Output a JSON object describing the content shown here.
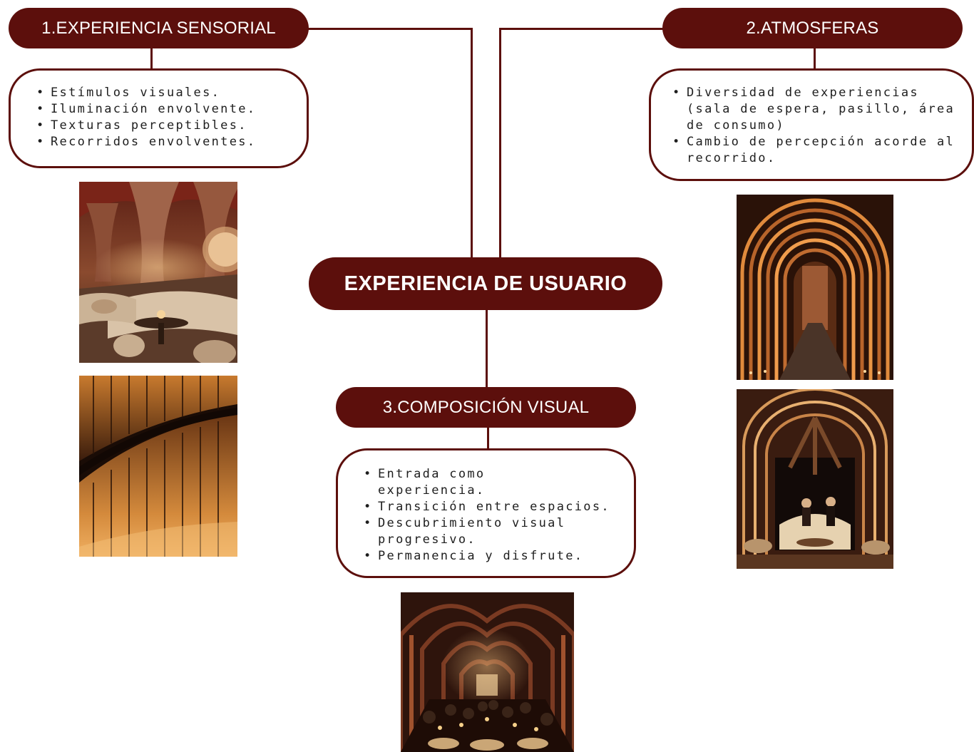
{
  "center": {
    "title": "EXPERIENCIA DE USUARIO"
  },
  "nodes": [
    {
      "title": "1.EXPERIENCIA SENSORIAL",
      "items": [
        "Estímulos visuales.",
        "Iluminación envolvente.",
        "Texturas perceptibles.",
        "Recorridos envolventes."
      ]
    },
    {
      "title": "2.ATMOSFERAS",
      "items": [
        "Diversidad de experiencias (sala de espera, pasillo, área de consumo)",
        "Cambio de percepción acorde al recorrido."
      ]
    },
    {
      "title": "3.COMPOSICIÓN VISUAL",
      "items": [
        "Entrada como experiencia.",
        "Transición entre espacios.",
        "Descubrimiento visual progresivo.",
        "Permanencia y disfrute."
      ]
    }
  ],
  "photos": [
    {
      "subject": "lounge with sculpted columns and curved sofas"
    },
    {
      "subject": "curved wooden slat wall with warm lighting"
    },
    {
      "subject": "arched tunnel corridor with ribbed lighting"
    },
    {
      "subject": "arched dining nook with seated guests"
    },
    {
      "subject": "vaulted dining hall with diners"
    }
  ],
  "colors": {
    "accent": "#5c0f0c",
    "text": "#1e1e1e",
    "background": "#ffffff"
  }
}
